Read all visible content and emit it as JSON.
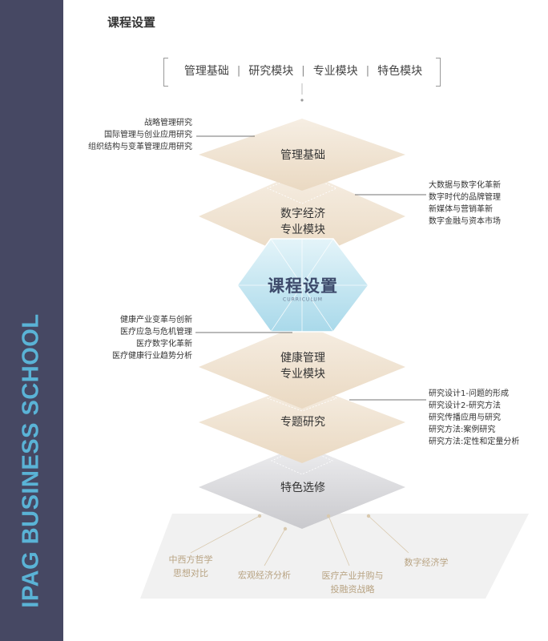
{
  "sidebar": {
    "text": "IPAG BUSINESS SCHOOL"
  },
  "header": {
    "title": "课程设置"
  },
  "tabs": [
    {
      "label": "管理基础"
    },
    {
      "label": "研究模块"
    },
    {
      "label": "专业模块"
    },
    {
      "label": "特色模块"
    }
  ],
  "tab_separator": "|",
  "layers": {
    "management": {
      "label": "管理基础"
    },
    "digital": {
      "line1": "数字经济",
      "line2": "专业模块"
    },
    "center": {
      "title": "课程设置",
      "subtitle": "CURRICULUM"
    },
    "health": {
      "line1": "健康管理",
      "line2": "专业模块"
    },
    "thematic": {
      "label": "专题研究"
    },
    "special": {
      "label": "特色选修"
    }
  },
  "notes": {
    "management": [
      "战略管理研究",
      "国际管理与创业应用研究",
      "组织结构与变革管理应用研究"
    ],
    "digital": [
      "大数据与数字化革新",
      "数字时代的品牌管理",
      "新媒体与营销革新",
      "数字金融与资本市场"
    ],
    "health": [
      "健康产业变革与创新",
      "医疗应急与危机管理",
      "医疗数字化革新",
      "医疗健康行业趋势分析"
    ],
    "thematic": [
      "研究设计1-问题的形成",
      "研究设计2-研究方法",
      "研究传播应用与研究",
      "研究方法:案例研究",
      "研究方法:定性和定量分析"
    ]
  },
  "electives": [
    {
      "line1": "中西方哲学",
      "line2": "思想对比"
    },
    {
      "line1": "宏观经济分析",
      "line2": ""
    },
    {
      "line1": "医疗产业并购与",
      "line2": "投融资战略"
    },
    {
      "line1": "数字经济学",
      "line2": ""
    }
  ],
  "colors": {
    "sidebar_bg": "#464863",
    "sidebar_text": "#5ab3d6",
    "tier_beige": "#efe3d2",
    "tier_gray": "#d8d8db",
    "center_blue": "#bfe3ef",
    "elective_text": "#b8a382"
  }
}
